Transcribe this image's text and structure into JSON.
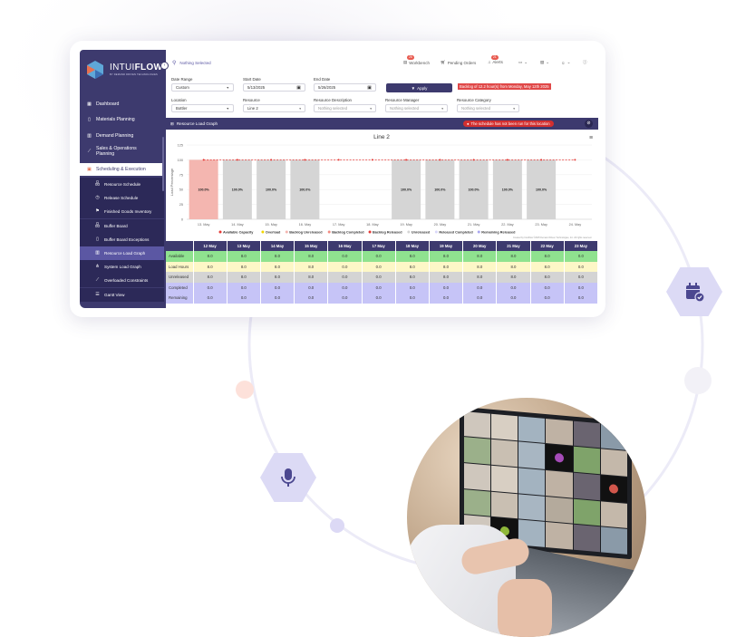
{
  "app": {
    "brand": {
      "name_light": "INTUI",
      "name_bold": "FLOW",
      "tagline": "BY DEMAND DRIVEN TECHNOLOGIES"
    },
    "sidebar": {
      "items": [
        {
          "label": "Dashboard",
          "icon": "grid-icon"
        },
        {
          "label": "Materials Planning",
          "icon": "clipboard-icon"
        },
        {
          "label": "Demand Planning",
          "icon": "bar-chart-icon"
        },
        {
          "label": "Sales & Operations Planning",
          "icon": "line-chart-icon"
        },
        {
          "label": "Scheduling & Execution",
          "icon": "calendar-icon",
          "active": true
        }
      ],
      "sub_items": [
        {
          "label": "Resource Schedule"
        },
        {
          "label": "Release Schedule"
        },
        {
          "label": "Finished Goods Inventory"
        },
        {
          "label": "Buffer Board"
        },
        {
          "label": "Buffer Board Exceptions"
        },
        {
          "label": "Resource Load Graph",
          "selected": true
        },
        {
          "label": "System Load Graph"
        },
        {
          "label": "Overloaded Constraints"
        },
        {
          "label": "Gantt View"
        }
      ]
    },
    "topbar": {
      "location_text": "Nothing Selected",
      "workbench": {
        "label": "Workbench",
        "count": "26"
      },
      "pending_orders": {
        "label": "Pending Orders"
      },
      "alerts": {
        "label": "Alerts",
        "count": "21"
      }
    },
    "filters": {
      "date_range": {
        "label": "Date Range",
        "value": "Custom"
      },
      "start_date": {
        "label": "Start Date",
        "value": "5/13/2025"
      },
      "end_date": {
        "label": "End Date",
        "value": "5/26/2025"
      },
      "apply_label": "Apply",
      "backlog_notice": "Backlog of 12.2 hour(s) from Monday, May 12th 2025",
      "location": {
        "label": "Location",
        "value": "Bottler"
      },
      "resource": {
        "label": "Resource",
        "value": "Line 2"
      },
      "resource_description": {
        "label": "Resource Description",
        "placeholder": "Nothing selected"
      },
      "resource_manager": {
        "label": "Resource Manager",
        "placeholder": "Nothing selected"
      },
      "resource_category": {
        "label": "Resource Category",
        "placeholder": "Nothing selected"
      }
    },
    "section": {
      "title": "Resource Load Graph",
      "warning": "The schedule has not been run for this location"
    },
    "credit": "Created by IntuiFlow ©2025 Demand Driven Technologies, Inc. All rights reserved.",
    "table": {
      "columns": [
        "12 May",
        "13 May",
        "14 May",
        "15 May",
        "16 May",
        "17 May",
        "18 May",
        "19 May",
        "20 May",
        "21 May",
        "22 May",
        "23 May"
      ],
      "rows": [
        {
          "label": "Available",
          "color": "#8fe28f",
          "values": [
            "8.0",
            "8.0",
            "8.0",
            "8.0",
            "0.0",
            "0.0",
            "8.0",
            "8.0",
            "8.0",
            "8.0",
            "8.0",
            "0.0"
          ]
        },
        {
          "label": "Load Hours",
          "color": "#fdf7c7",
          "values": [
            "8.0",
            "8.0",
            "8.0",
            "8.0",
            "0.0",
            "0.0",
            "8.0",
            "8.0",
            "8.0",
            "8.0",
            "8.0",
            "0.0"
          ]
        },
        {
          "label": "Unreleased",
          "color": "#d4d4d4",
          "values": [
            "8.0",
            "8.0",
            "8.0",
            "8.0",
            "0.0",
            "0.0",
            "8.0",
            "8.0",
            "8.0",
            "8.0",
            "8.0",
            "0.0"
          ]
        },
        {
          "label": "Completed",
          "color": "#c6c4f7",
          "values": [
            "0.0",
            "0.0",
            "0.0",
            "0.0",
            "0.0",
            "0.0",
            "0.0",
            "0.0",
            "0.0",
            "0.0",
            "0.0",
            "0.0"
          ]
        },
        {
          "label": "Remaining",
          "color": "#c6c4f7",
          "values": [
            "0.0",
            "0.0",
            "0.0",
            "0.0",
            "0.0",
            "0.0",
            "0.0",
            "0.0",
            "0.0",
            "0.0",
            "0.0",
            "0.0"
          ]
        }
      ]
    }
  },
  "chart_data": {
    "type": "bar",
    "title": "Line 2",
    "ylabel": "Load Percentage",
    "xlabel": "",
    "ylim": [
      0,
      125
    ],
    "yticks": [
      0,
      25,
      50,
      75,
      100,
      125
    ],
    "grid": true,
    "legend_position": "bottom",
    "categories": [
      "13. May",
      "14. May",
      "15. May",
      "16. May",
      "17. May",
      "18. May",
      "19. May",
      "20. May",
      "21. May",
      "22. May",
      "23. May",
      "24. May"
    ],
    "series": [
      {
        "name": "Available Capacity",
        "kind": "dashed-line",
        "color": "#e53935",
        "values": [
          100,
          100,
          100,
          100,
          100,
          100,
          100,
          100,
          100,
          100,
          100,
          100
        ]
      },
      {
        "name": "Overload",
        "color": "#f2d600",
        "values": [
          0,
          0,
          0,
          0,
          0,
          0,
          0,
          0,
          0,
          0,
          0,
          0
        ]
      },
      {
        "name": "Backlog Unreleased",
        "color": "#f4b6b0",
        "values": [
          100,
          0,
          0,
          0,
          0,
          0,
          0,
          0,
          0,
          0,
          0,
          0
        ]
      },
      {
        "name": "Backlog Completed",
        "color": "#f28b82",
        "values": [
          0,
          0,
          0,
          0,
          0,
          0,
          0,
          0,
          0,
          0,
          0,
          0
        ]
      },
      {
        "name": "Backlog Released",
        "color": "#e53935",
        "values": [
          0,
          0,
          0,
          0,
          0,
          0,
          0,
          0,
          0,
          0,
          0,
          0
        ]
      },
      {
        "name": "Unreleased",
        "color": "#d5d5d5",
        "values": [
          0,
          100,
          100,
          100,
          0,
          0,
          100,
          100,
          100,
          100,
          100,
          0
        ]
      },
      {
        "name": "Released Completed",
        "color": "#d9d7fa",
        "values": [
          0,
          0,
          0,
          0,
          0,
          0,
          0,
          0,
          0,
          0,
          0,
          0
        ]
      },
      {
        "name": "Remaining Released",
        "color": "#aaa6f0",
        "values": [
          0,
          0,
          0,
          0,
          0,
          0,
          0,
          0,
          0,
          0,
          0,
          0
        ]
      }
    ],
    "data_labels": [
      "100.0%",
      "100.0%",
      "100.0%",
      "100.0%",
      "",
      "",
      "100.0%",
      "100.0%",
      "100.0%",
      "100.0%",
      "100.0%",
      ""
    ]
  },
  "colors": {
    "brand_purple": "#3d3a6e",
    "accent_orange": "#e8704f",
    "alert_red": "#d32f2f"
  }
}
